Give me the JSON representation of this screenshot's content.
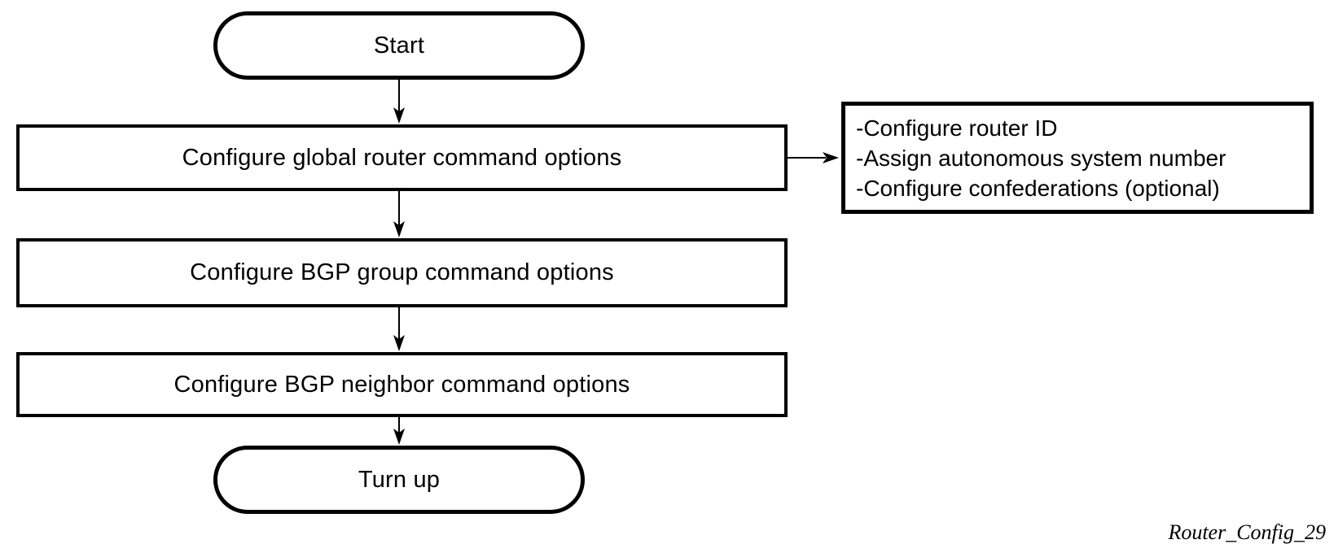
{
  "colors": {
    "background": "#ffffff",
    "stroke": "#000000",
    "text": "#000000"
  },
  "flowchart": {
    "nodes": {
      "start": {
        "label": "Start",
        "shape": "terminator"
      },
      "step1": {
        "label": "Configure global router command options",
        "shape": "process"
      },
      "step2": {
        "label": "Configure BGP group command options",
        "shape": "process"
      },
      "step3": {
        "label": "Configure BGP neighbor command options",
        "shape": "process"
      },
      "end": {
        "label": "Turn up",
        "shape": "terminator"
      }
    },
    "side_note": {
      "lines": [
        "-Configure router ID",
        "-Assign autonomous system number",
        "-Configure confederations (optional)"
      ]
    },
    "edges": [
      "start -> step1",
      "step1 -> side_note",
      "step1 -> step2",
      "step2 -> step3",
      "step3 -> end"
    ]
  },
  "footer": {
    "figure_id": "Router_Config_29"
  }
}
